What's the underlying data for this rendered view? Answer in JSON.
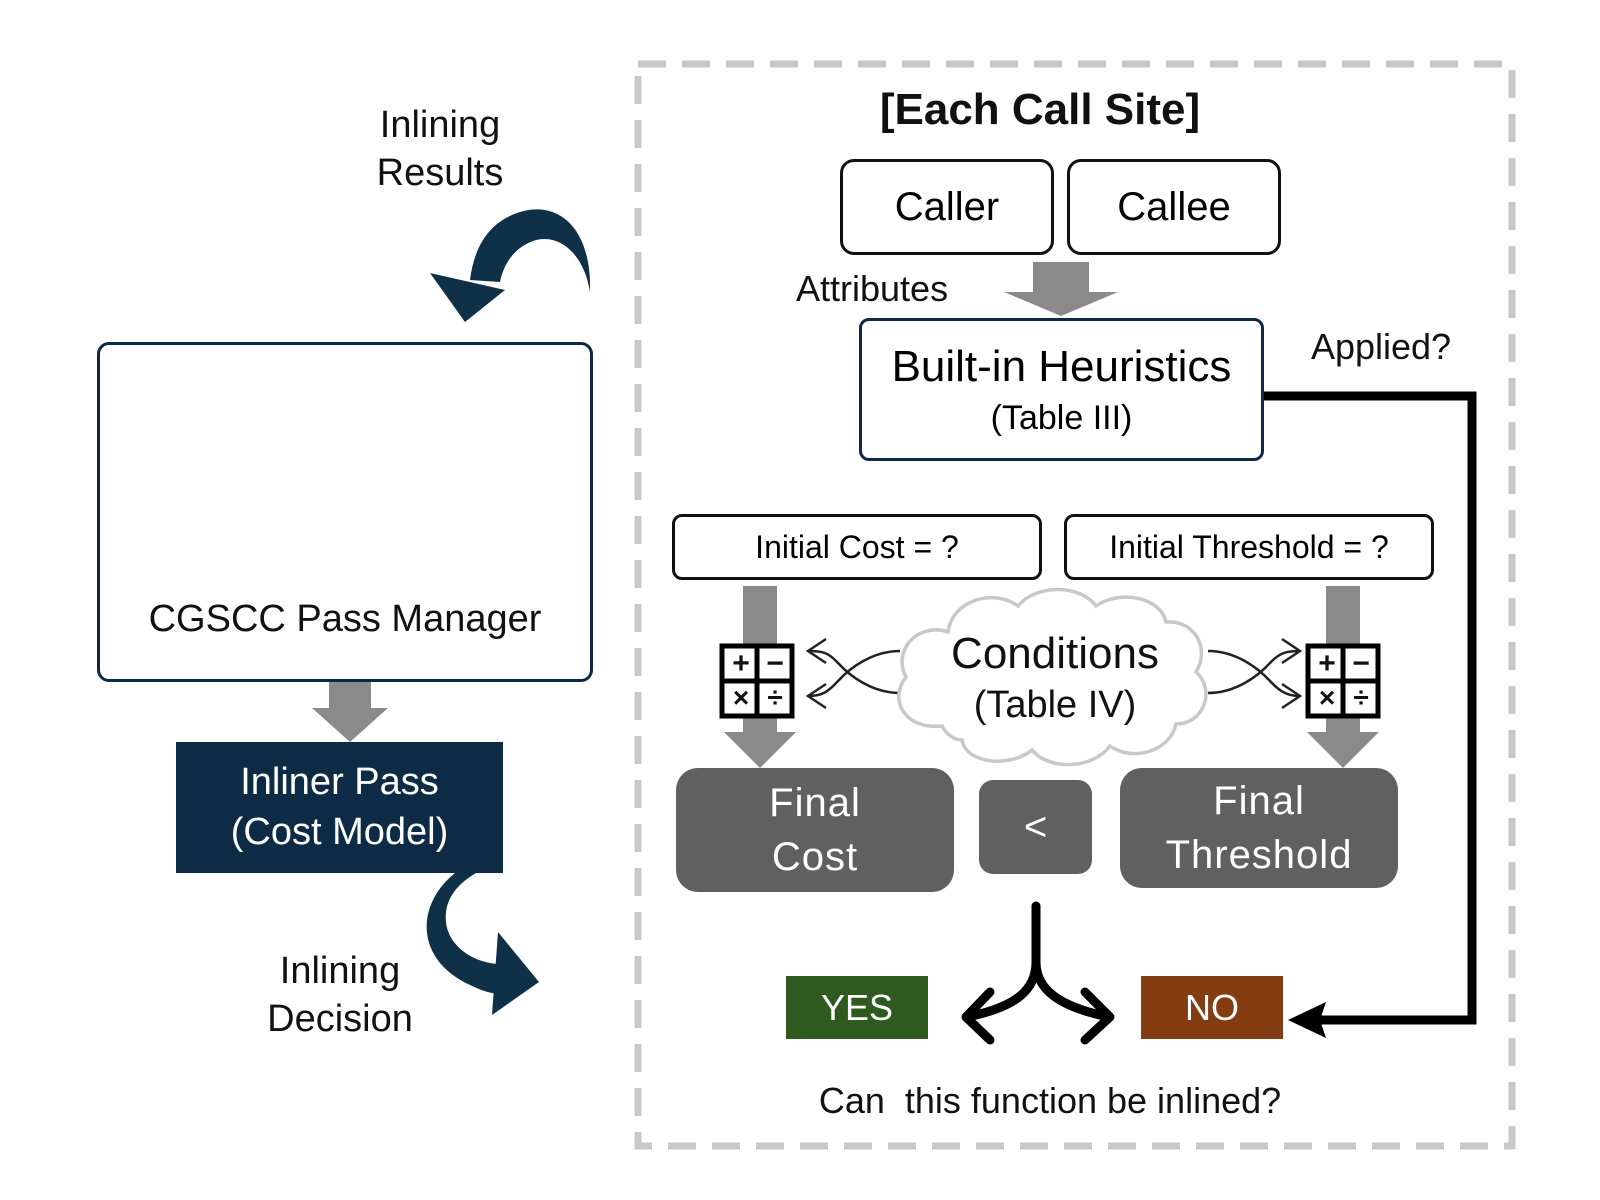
{
  "left": {
    "inlining_results_line1": "Inlining",
    "inlining_results_line2": "Results",
    "manager_label": "CGSCC Pass Manager",
    "inliner_line1": "Inliner Pass",
    "inliner_line2": "(Cost Model)",
    "inlining_decision_line1": "Inlining",
    "inlining_decision_line2": "Decision"
  },
  "right": {
    "title": "[Each Call Site]",
    "caller": "Caller",
    "callee": "Callee",
    "attributes": "Attributes",
    "heuristics_line1": "Built-in Heuristics",
    "heuristics_line2": "(Table III)",
    "applied": "Applied?",
    "initial_cost": "Initial Cost = ?",
    "initial_threshold": "Initial Threshold = ?",
    "conditions_line1": "Conditions",
    "conditions_line2": "(Table IV)",
    "final_cost_line1": "Final",
    "final_cost_line2": "Cost",
    "less_than": "<",
    "final_threshold_line1": "Final",
    "final_threshold_line2": "Threshold",
    "yes": "YES",
    "no": "NO",
    "question": "Can  this function be inlined?"
  },
  "calc": {
    "plus": "+",
    "minus": "−",
    "times": "×",
    "divide": "÷"
  },
  "colors": {
    "navy": "#0d2b45",
    "dark_teal": "#0f3147",
    "gray_arrow": "#8a8a8a",
    "gray_box": "#606060",
    "yes_green": "#2e5a1f",
    "no_brown": "#843c12",
    "dash_gray": "#c8c8c8"
  },
  "icons": [
    "curved-arrow-icon",
    "cycle-icon",
    "shape-flow-icon",
    "calculator-icon",
    "cloud-icon",
    "fork-arrow-icon"
  ]
}
